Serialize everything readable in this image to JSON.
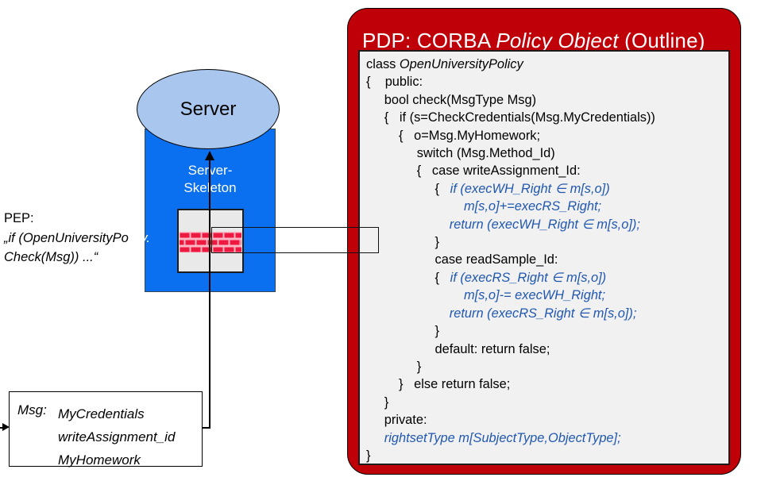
{
  "pdp": {
    "title_prefix": "PDP: CORBA ",
    "title_italic": "Policy Object",
    "title_suffix": " (Outline)",
    "code_lines": [
      [
        {
          "t": "class ",
          "s": "p"
        },
        {
          "t": "OpenUniversityPolicy",
          "s": "i"
        }
      ],
      [
        {
          "t": "{    public:",
          "s": "p"
        }
      ],
      [
        {
          "t": "     bool check(MsgType Msg)",
          "s": "p"
        }
      ],
      [
        {
          "t": "     {   if (s=CheckCredentials(Msg.MyCredentials))",
          "s": "p"
        }
      ],
      [
        {
          "t": "         {   o=Msg.MyHomework;",
          "s": "p"
        }
      ],
      [
        {
          "t": "              switch (Msg.Method_Id)",
          "s": "p"
        }
      ],
      [
        {
          "t": "              {   case writeAssignment_Id:",
          "s": "p"
        }
      ],
      [
        {
          "t": "                   {   ",
          "s": "p"
        },
        {
          "t": "if (execWH_Right ∈ m[s,o])",
          "s": "b"
        }
      ],
      [
        {
          "t": "                           ",
          "s": "p"
        },
        {
          "t": "m[s,o]+=execRS_Right;",
          "s": "b"
        }
      ],
      [
        {
          "t": "                       ",
          "s": "p"
        },
        {
          "t": "return (execWH_Right ∈ m[s,o]);",
          "s": "b"
        }
      ],
      [
        {
          "t": "                   }",
          "s": "p"
        }
      ],
      [
        {
          "t": "                   case readSample_Id:",
          "s": "p"
        }
      ],
      [
        {
          "t": "                   {   ",
          "s": "p"
        },
        {
          "t": "if (execRS_Right ∈ m[s,o])",
          "s": "b"
        }
      ],
      [
        {
          "t": "                           ",
          "s": "p"
        },
        {
          "t": "m[s,o]-= execWH_Right;",
          "s": "b"
        }
      ],
      [
        {
          "t": "                       ",
          "s": "p"
        },
        {
          "t": "return (execRS_Right ∈ m[s,o]);",
          "s": "b"
        }
      ],
      [
        {
          "t": "                   }",
          "s": "p"
        }
      ],
      [
        {
          "t": "                   default: return false;",
          "s": "p"
        }
      ],
      [
        {
          "t": "              }",
          "s": "p"
        }
      ],
      [
        {
          "t": "         }   else return false;",
          "s": "p"
        }
      ],
      [
        {
          "t": "     }",
          "s": "p"
        }
      ],
      [
        {
          "t": "     private:",
          "s": "p"
        }
      ],
      [
        {
          "t": "     ",
          "s": "p"
        },
        {
          "t": "rightsetType m[SubjectType,ObjectType];",
          "s": "b"
        }
      ],
      [
        {
          "t": "}",
          "s": "p"
        }
      ]
    ]
  },
  "server": {
    "label": "Server",
    "skeleton_line1": "Server-",
    "skeleton_line2": "Skeleton"
  },
  "pep": {
    "label": "PEP:",
    "ref_line1_dark": "„if (OpenUniversityPo",
    "ref_line1_light": "licy.",
    "ref_line2": "Check(Msg)) ...“"
  },
  "msg_box": {
    "label": "Msg:",
    "values": [
      "MyCredentials",
      "writeAssignment_id",
      "MyHomework"
    ]
  },
  "colors": {
    "pdp_red": "#c00008",
    "skeleton_blue": "#0a70f0",
    "server_ellipse_fill": "#a9c7ee",
    "policy_code_blue": "#2057b0",
    "brick_red": "#ee1940",
    "brick_mortar": "#fbb7c3",
    "code_panel_gray": "#f1f1f1"
  }
}
